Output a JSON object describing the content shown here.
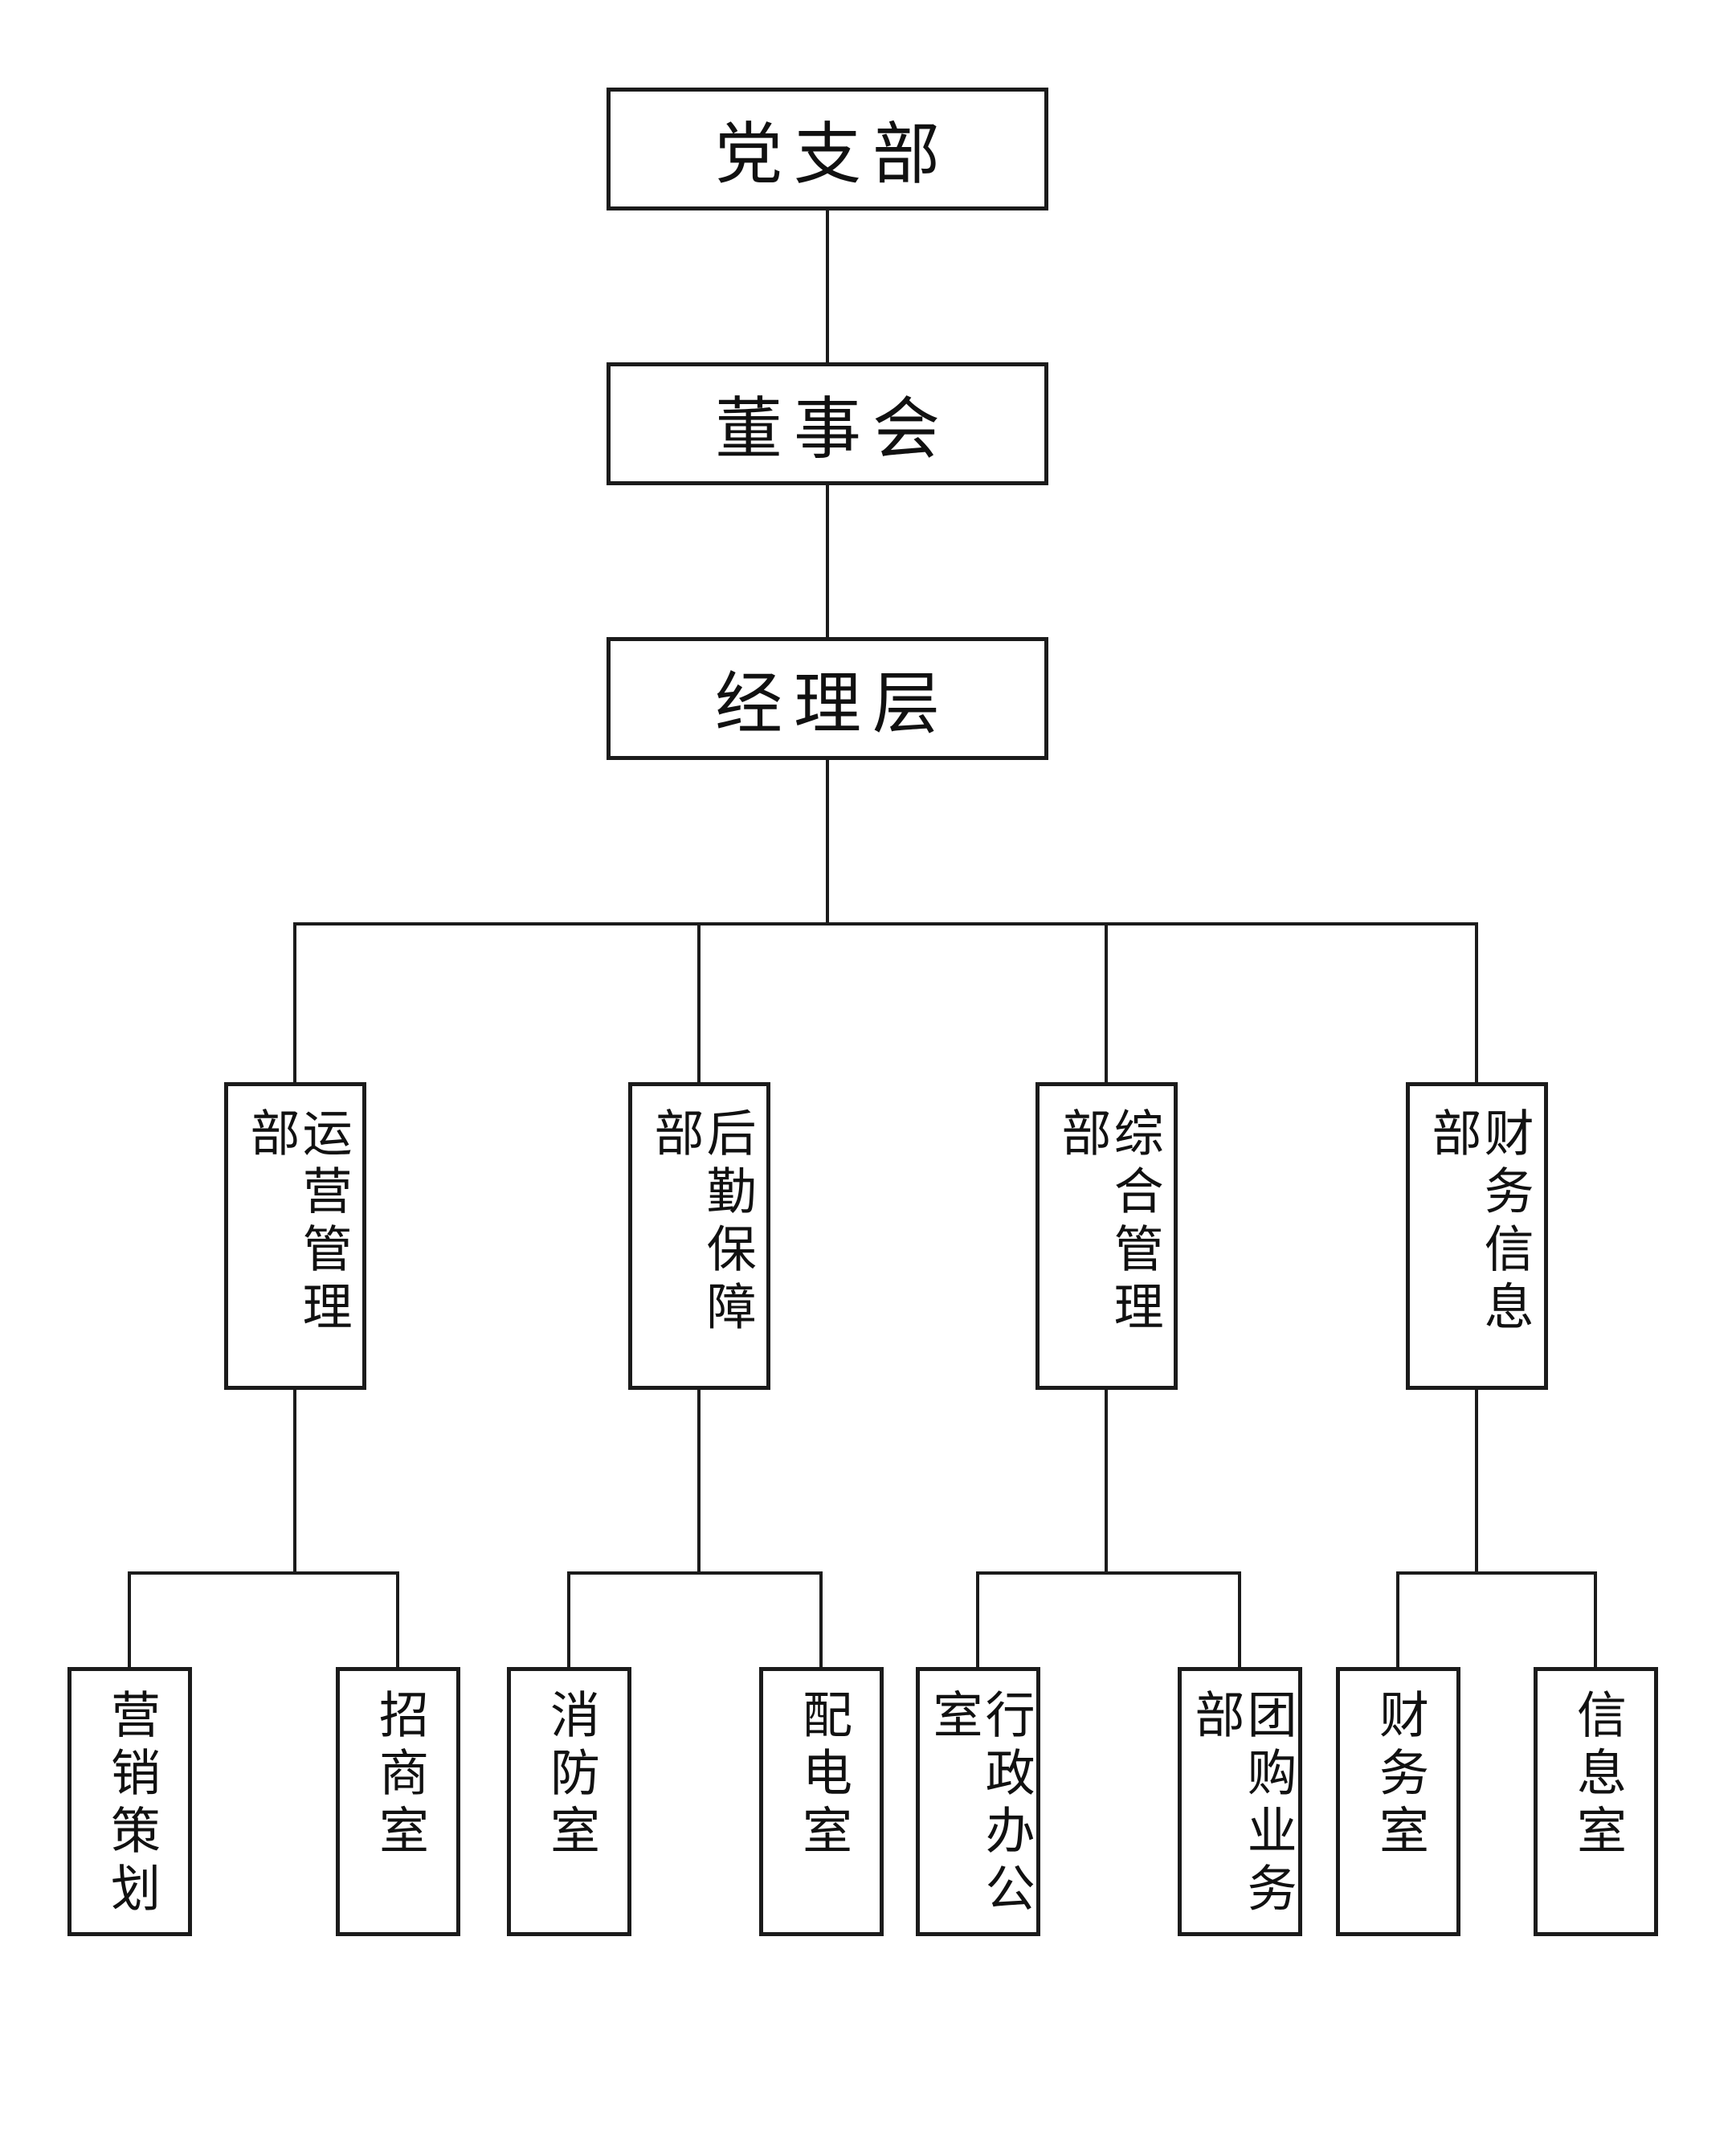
{
  "page": {
    "background_color": "#ffffff",
    "line_color": "#1b1b1b",
    "text_color": "#111111"
  },
  "org": {
    "levels": [
      {
        "label": "党支部"
      },
      {
        "label": "董事会"
      },
      {
        "label": "经理层"
      }
    ],
    "departments": [
      {
        "label": "运营管理部",
        "children": [
          {
            "label": "营销策划"
          },
          {
            "label": "招商室"
          }
        ]
      },
      {
        "label": "后勤保障部",
        "children": [
          {
            "label": "消防室"
          },
          {
            "label": "配电室"
          }
        ]
      },
      {
        "label": "综合管理部",
        "children": [
          {
            "label": "行政办公室"
          },
          {
            "label": "团购业务部"
          }
        ]
      },
      {
        "label": "财务信息部",
        "children": [
          {
            "label": "财务室"
          },
          {
            "label": "信息室"
          }
        ]
      }
    ]
  }
}
